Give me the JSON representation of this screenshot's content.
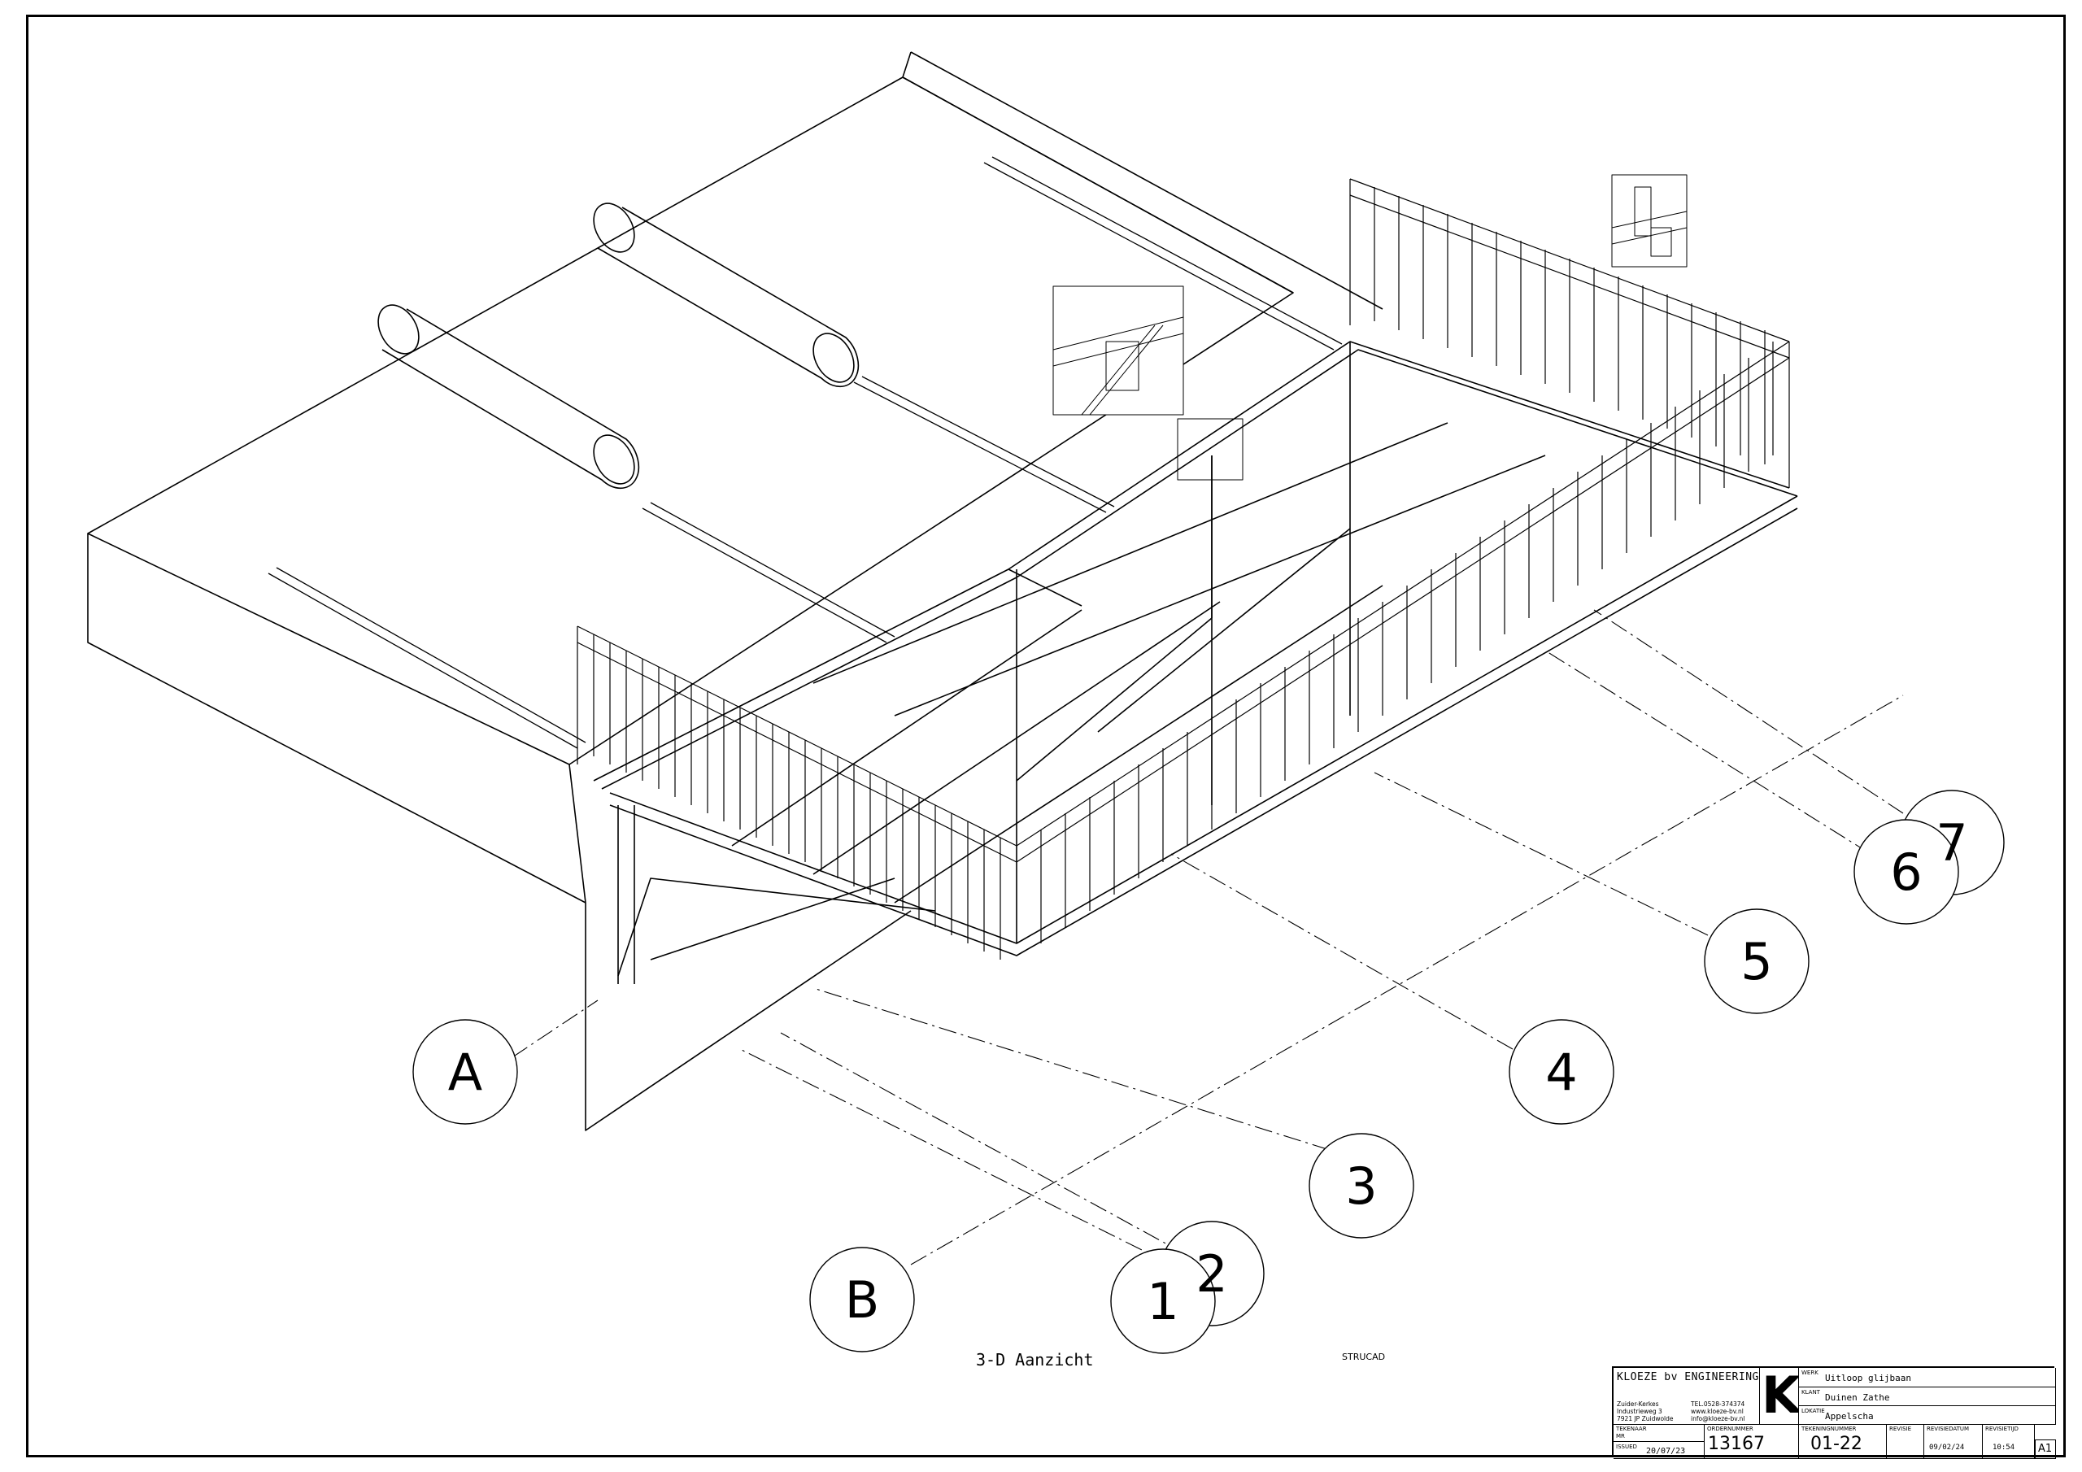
{
  "view_title": "3-D Aanzicht",
  "software_label": "STRUCAD",
  "grid_labels": [
    "A",
    "B",
    "1",
    "2",
    "3",
    "4",
    "5",
    "6",
    "7"
  ],
  "title_block": {
    "company": "KLOEZE bv ENGINEERING",
    "address_lines": [
      "Zuider-Kerkes",
      "Industrieweg 3",
      "7921 JP Zuidwolde"
    ],
    "contact_lines": [
      "TEL.0528-374374",
      "www.kloeze-bv.nl",
      "info@kloeze-bv.nl"
    ],
    "logo_letter": "K",
    "werk_label": "WERK",
    "werk_value": "Uitloop glijbaan",
    "klant_label": "KLANT",
    "klant_value": "Duinen Zathe",
    "lokatie_label": "LOKATIE",
    "lokatie_value": "Appelscha",
    "tekenaar_label": "TEKENAAR",
    "tekenaar_value": "MR",
    "issued_label": "ISSUED",
    "issued_value": "20/07/23",
    "order_label": "ORDERNUMMER",
    "order_value": "13167",
    "drawing_label": "TEKENINGNUMMER",
    "drawing_value": "01-22",
    "revisie_label": "REVISIE",
    "revisie_value": "",
    "revdatum_label": "REVISIEDATUM",
    "revdatum_value": "09/02/24",
    "revtijd_label": "REVISIETIJD",
    "revtijd_value": "10:54",
    "sheet_size": "A1"
  }
}
